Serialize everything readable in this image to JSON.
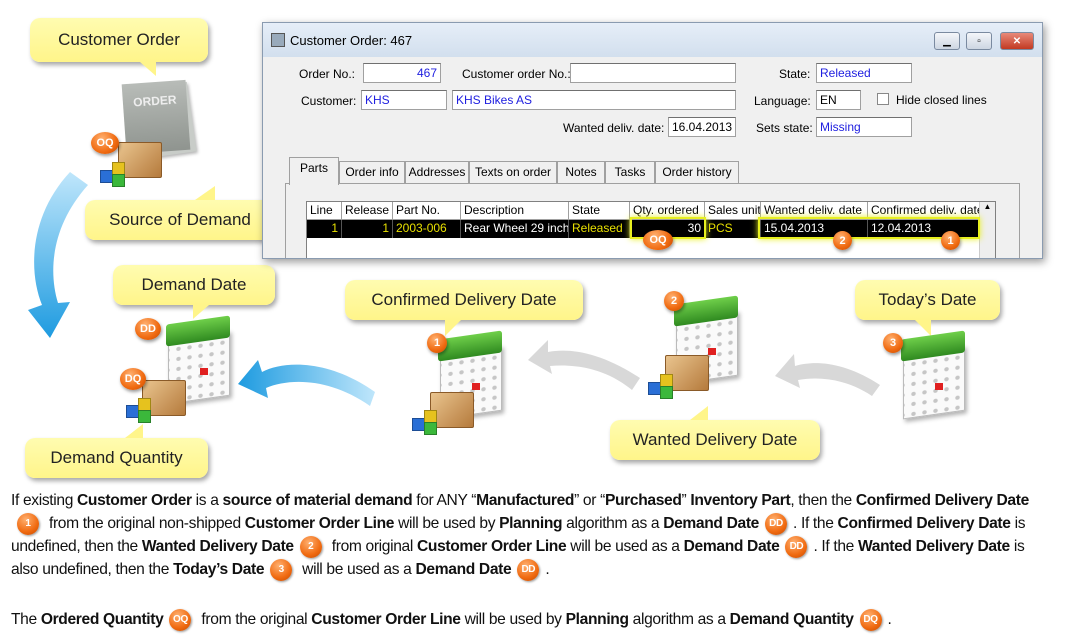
{
  "callouts": {
    "customer_order": "Customer Order",
    "source_of_demand": "Source of Demand",
    "demand_date": "Demand Date",
    "demand_quantity": "Demand Quantity",
    "confirmed_delivery_date": "Confirmed Delivery Date",
    "wanted_delivery_date": "Wanted Delivery Date",
    "todays_date": "Today’s Date"
  },
  "badges": {
    "oq": "OQ",
    "dd": "DD",
    "dq": "DQ",
    "one": "1",
    "two": "2",
    "three": "3"
  },
  "order_icon_text": "ORDER",
  "dialog": {
    "title": "Customer Order: 467",
    "fields": {
      "order_no_label": "Order No.:",
      "order_no": "467",
      "customer_order_no_label": "Customer order No.:",
      "customer_order_no": "",
      "state_label": "State:",
      "state": "Released",
      "customer_label": "Customer:",
      "customer_id": "KHS",
      "customer_name": "KHS Bikes AS",
      "language_label": "Language:",
      "language": "EN",
      "hide_closed_lines": "Hide closed lines",
      "wanted_date_label": "Wanted deliv. date:",
      "wanted_date": "16.04.2013",
      "sets_state_label": "Sets state:",
      "sets_state": "Missing"
    },
    "tabs": [
      "Parts",
      "Order info",
      "Addresses",
      "Texts on order",
      "Notes",
      "Tasks",
      "Order history"
    ],
    "columns": [
      "Line",
      "Release",
      "Part No.",
      "Description",
      "State",
      "Qty. ordered",
      "Sales unit",
      "Wanted deliv. date",
      "Confirmed deliv. date"
    ],
    "rows": [
      [
        "1",
        "1",
        "2003-006",
        "Rear Wheel 29 inch",
        "Released",
        "30",
        "PCS",
        "15.04.2013",
        "12.04.2013"
      ]
    ]
  },
  "paragraphs": [
    [
      {
        "t": "If existing "
      },
      {
        "t": "Customer Order",
        "b": true
      },
      {
        "t": " is a "
      },
      {
        "t": "source of material demand",
        "b": true
      },
      {
        "t": " for ANY “"
      },
      {
        "t": "Manufactured",
        "b": true
      },
      {
        "t": "” or “"
      },
      {
        "t": "Purchased",
        "b": true
      },
      {
        "t": "”  "
      },
      {
        "t": "Inventory Part",
        "b": true
      },
      {
        "t": ", then the "
      },
      {
        "t": "Confirmed Delivery Date",
        "b": true
      },
      {
        "badge": "1"
      },
      {
        "t": " from the original non-shipped "
      },
      {
        "t": "Customer Order Line",
        "b": true
      },
      {
        "t": " will be used by "
      },
      {
        "t": "Planning",
        "b": true
      },
      {
        "t": " algorithm as a "
      },
      {
        "t": "Demand Date",
        "b": true
      },
      {
        "badge": "DD"
      },
      {
        "t": ".  If the "
      },
      {
        "t": "Confirmed Delivery Date",
        "b": true
      },
      {
        "t": " is undefined, then the "
      },
      {
        "t": "Wanted Delivery Date",
        "b": true
      },
      {
        "badge": "2"
      },
      {
        "t": " from original "
      },
      {
        "t": "Customer Order Line",
        "b": true
      },
      {
        "t": " will be used as a "
      },
      {
        "t": "Demand Date",
        "b": true
      },
      {
        "badge": "DD"
      },
      {
        "t": ".  If the "
      },
      {
        "t": "Wanted Delivery Date",
        "b": true
      },
      {
        "t": " is also undefined, then the "
      },
      {
        "t": "Today’s Date",
        "b": true
      },
      {
        "badge": "3"
      },
      {
        "t": " will be used as a "
      },
      {
        "t": "Demand Date",
        "b": true
      },
      {
        "badge": "DD"
      },
      {
        "t": "."
      }
    ],
    [
      {
        "t": "The "
      },
      {
        "t": "Ordered Quantity",
        "b": true
      },
      {
        "badge": "OQ"
      },
      {
        "t": " from the original "
      },
      {
        "t": "Customer Order Line",
        "b": true
      },
      {
        "t": " will be used by "
      },
      {
        "t": "Planning",
        "b": true
      },
      {
        "t": " algorithm as a "
      },
      {
        "t": "Demand Quantity",
        "b": true
      },
      {
        "badge": "DQ"
      },
      {
        "t": "."
      }
    ]
  ],
  "colors": {
    "callout": "#fff58a",
    "badge": "#f06a10",
    "highlight": "#e8f020",
    "row_text": "#e8e000",
    "link": "#2020e0"
  }
}
